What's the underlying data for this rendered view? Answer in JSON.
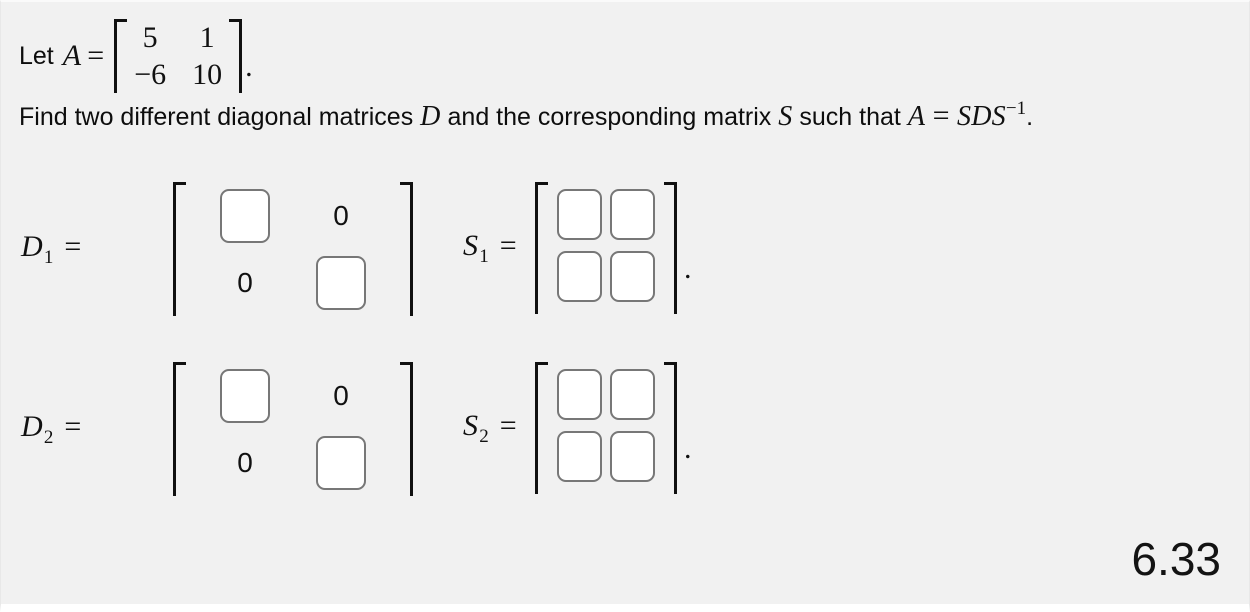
{
  "problem": {
    "lead_text": "Let",
    "matrix_symbol": "A",
    "equals": "=",
    "matrix_a": {
      "rows": [
        [
          "5",
          "1"
        ],
        [
          "−6",
          "10"
        ]
      ]
    },
    "period": ".",
    "instruction_parts": {
      "p1": "Find two different diagonal matrices ",
      "var_d": "D",
      "p2": " and the corresponding matrix ",
      "var_s": "S",
      "p3": " such that ",
      "var_a": "A",
      "eq": " = ",
      "sds": "SDS",
      "exponent": "−1",
      "p4": "."
    }
  },
  "answers": {
    "rows": [
      {
        "diagonal": {
          "symbol": "D",
          "subscript": "1",
          "equals": "=",
          "cells": [
            {
              "kind": "input",
              "value": "",
              "placeholder": ""
            },
            {
              "kind": "zero",
              "value": "0"
            },
            {
              "kind": "zero",
              "value": "0"
            },
            {
              "kind": "input",
              "value": "",
              "placeholder": ""
            }
          ]
        },
        "similarity": {
          "symbol": "S",
          "subscript": "1",
          "equals": "=",
          "trailing": ".",
          "cells": [
            {
              "kind": "input",
              "value": "",
              "placeholder": ""
            },
            {
              "kind": "input",
              "value": "",
              "placeholder": ""
            },
            {
              "kind": "input",
              "value": "",
              "placeholder": ""
            },
            {
              "kind": "input",
              "value": "",
              "placeholder": ""
            }
          ]
        }
      },
      {
        "diagonal": {
          "symbol": "D",
          "subscript": "2",
          "equals": "=",
          "cells": [
            {
              "kind": "input",
              "value": "",
              "placeholder": ""
            },
            {
              "kind": "zero",
              "value": "0"
            },
            {
              "kind": "zero",
              "value": "0"
            },
            {
              "kind": "input",
              "value": "",
              "placeholder": ""
            }
          ]
        },
        "similarity": {
          "symbol": "S",
          "subscript": "2",
          "equals": "=",
          "trailing": ".",
          "cells": [
            {
              "kind": "input",
              "value": "",
              "placeholder": ""
            },
            {
              "kind": "input",
              "value": "",
              "placeholder": ""
            },
            {
              "kind": "input",
              "value": "",
              "placeholder": ""
            },
            {
              "kind": "input",
              "value": "",
              "placeholder": ""
            }
          ]
        }
      }
    ]
  },
  "score": {
    "value": "6.33"
  },
  "colors": {
    "background": "#f1f1f1",
    "text": "#111111",
    "input_border": "#777777",
    "input_fill": "#ffffff"
  }
}
